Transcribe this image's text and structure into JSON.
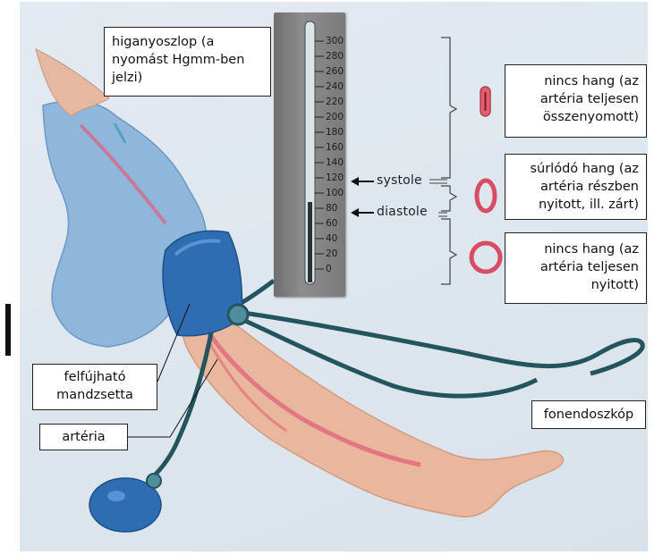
{
  "labels": {
    "mercury_column": "higanyoszlop (a nyomást Hgmm-ben jelzi)",
    "no_sound_closed": "nincs hang (az artéria teljesen összenyomott)",
    "friction_sound": "súrlódó hang (az artéria részben nyitott, ill. zárt)",
    "no_sound_open": "nincs hang (az artéria teljesen nyitott)",
    "inflatable_cuff": "felfújható mandzsetta",
    "artery": "artéria",
    "stethoscope": "fonendoszkóp",
    "systole": "systole",
    "diastole": "diastole"
  },
  "gauge": {
    "scale": [
      "300",
      "280",
      "260",
      "240",
      "220",
      "200",
      "180",
      "160",
      "140",
      "120",
      "100",
      "80",
      "60",
      "40",
      "20",
      "0"
    ]
  },
  "colors": {
    "cuff": "#2f6db3",
    "tube": "#24545e",
    "shirt": "#8cb4d9",
    "skin": "#e9b79e",
    "artery": "#e0607a",
    "gauge": "#7d7d7d",
    "background": "#dfe7ee"
  }
}
